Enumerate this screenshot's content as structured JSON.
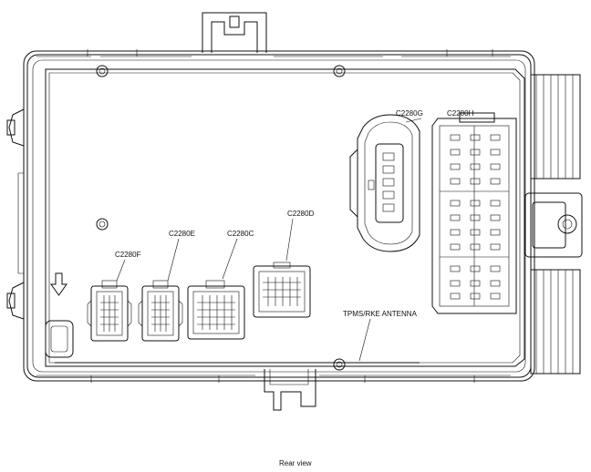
{
  "labels": {
    "c2280g": "C2280G",
    "c2280h": "C2280H",
    "c2280d": "C2280D",
    "c2280f": "C2280F",
    "c2280e": "C2280E",
    "c2280c": "C2280C",
    "antenna": "TPMS/RKE ANTENNA",
    "caption": "Rear view"
  }
}
